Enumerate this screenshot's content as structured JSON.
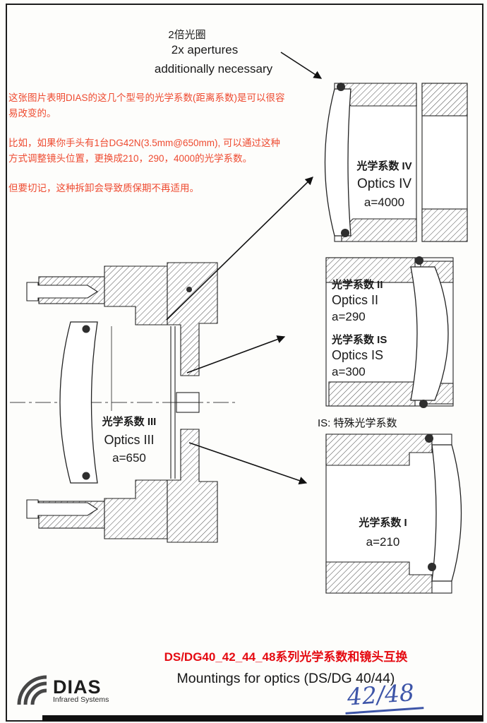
{
  "colors": {
    "accent_red": "#ee4a30",
    "title_red": "#e50b12",
    "handwriting_blue": "#3d55a8"
  },
  "top_note": {
    "zh": "2倍光圈",
    "en_line1": "2x apertures",
    "en_line2": "additionally necessary"
  },
  "notes": {
    "para1": "这张图片表明DIAS的这几个型号的光学系数(距离系数)是可以很容易改变的。",
    "para2": "比如，如果你手头有1台DG42N(3.5mm@650mm), 可以通过这种方式调整镜头位置，更换成210，290，4000的光学系数。",
    "para3": "但要切记，这种拆卸会导致质保期不再适用。"
  },
  "optics": {
    "iii": {
      "name_zh": "光学系数 III",
      "name_en": "Optics III",
      "value": "a=650"
    },
    "iv": {
      "name_zh": "光学系数 IV",
      "name_en": "Optics IV",
      "value": "a=4000"
    },
    "ii": {
      "name_zh": "光学系数 II",
      "name_en": "Optics II",
      "value": "a=290"
    },
    "is": {
      "name_zh": "光学系数 IS",
      "name_en": "Optics IS",
      "value": "a=300"
    },
    "i": {
      "name_zh": "光学系数 I",
      "value": "a=210"
    }
  },
  "is_note": "IS: 特殊光学系数",
  "footer": {
    "title_zh": "DS/DG40_42_44_48系列光学系数和镜头互换",
    "title_en": "Mountings for optics (DS/DG 40/44)",
    "handwritten": "42/48",
    "logo": {
      "name": "DIAS",
      "subtitle": "Infrared Systems"
    }
  }
}
